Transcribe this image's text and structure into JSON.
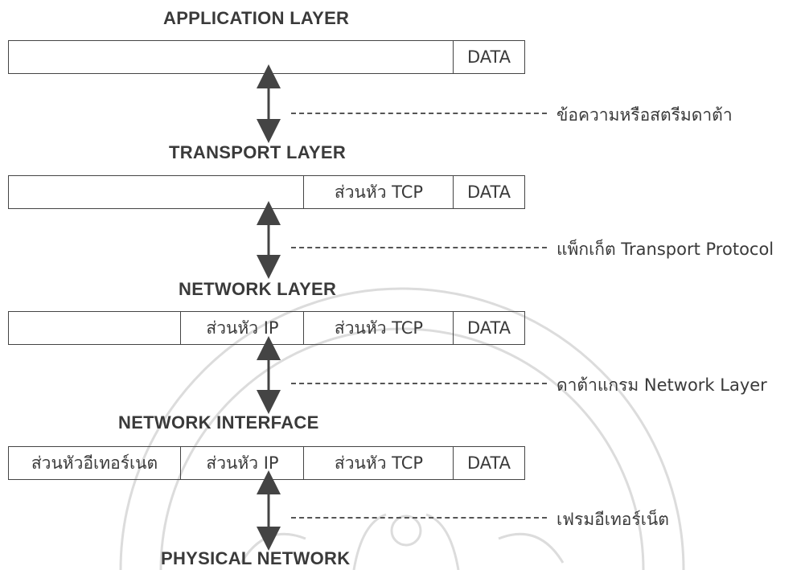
{
  "layers": {
    "application": "APPLICATION LAYER",
    "transport": "TRANSPORT LAYER",
    "network": "NETWORK LAYER",
    "interface": "NETWORK INTERFACE",
    "physical": "PHYSICAL NETWORK"
  },
  "fields": {
    "data": "DATA",
    "tcp_header": "ส่วนหัว TCP",
    "ip_header": "ส่วนหัว IP",
    "ethernet_header": "ส่วนหัวอีเทอร์เนต"
  },
  "notes": {
    "app_transport": "ข้อความหรือสตรีมดาต้า",
    "transport_network": "แพ็กเก็ต Transport Protocol",
    "network_interface": "ดาต้าแกรม Network Layer",
    "interface_physical": "เฟรมอีเทอร์เน็ต"
  },
  "colors": {
    "line": "#444444",
    "text": "#3a3a3a",
    "watermark": "#d9d9d9"
  }
}
